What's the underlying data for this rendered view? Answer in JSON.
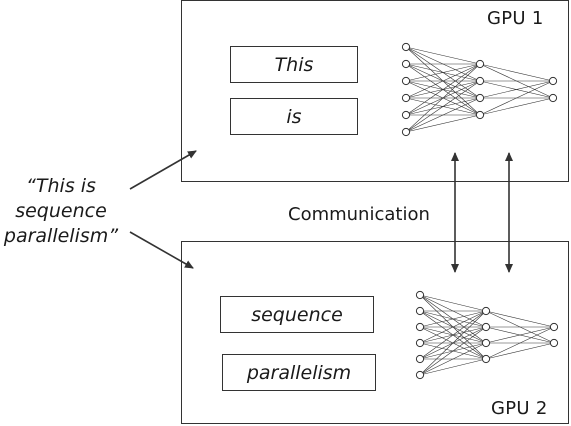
{
  "gpus": [
    {
      "label": "GPU 1",
      "tokens": [
        "This",
        "is"
      ]
    },
    {
      "label": "GPU 2",
      "tokens": [
        "sequence",
        "parallelism"
      ]
    }
  ],
  "input_sentence": [
    "“This is",
    "sequence",
    "parallelism”"
  ],
  "communication_label": "Communication",
  "network": {
    "layers": [
      6,
      4,
      2
    ]
  },
  "colors": {
    "stroke": "#333333",
    "background": "#ffffff",
    "text": "#1a1a1a"
  }
}
